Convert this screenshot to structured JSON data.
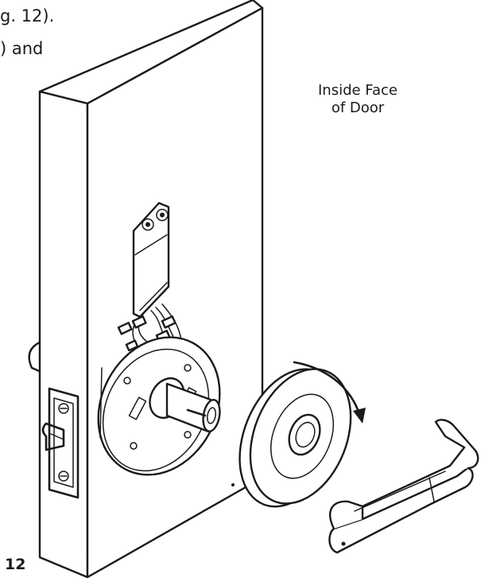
{
  "instructions": {
    "line1": "g. 12).",
    "line2": ") and"
  },
  "callout": {
    "line1": "Inside Face",
    "line2": "of Door"
  },
  "figure_number": "12",
  "colors": {
    "ink": "#1a1a1a",
    "background": "#ffffff"
  }
}
